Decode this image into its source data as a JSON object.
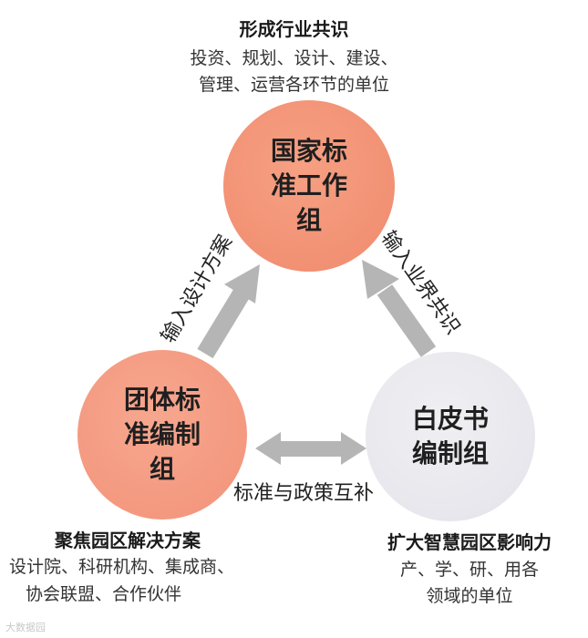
{
  "top": {
    "title": "形成行业共识",
    "desc_line1": "投资、规划、设计、建设、",
    "desc_line2": "管理、运营各环节的单位",
    "circle_label": "国家标\n准工作\n组"
  },
  "left": {
    "circle_label": "团体标\n准编制\n组",
    "title": "聚焦园区解决方案",
    "desc_line1": "设计院、科研机构、集成商、",
    "desc_line2": "协会联盟、合作伙伴"
  },
  "right": {
    "circle_label": "白皮书\n编制组",
    "title": "扩大智慧园区影响力",
    "desc_line1": "产、学、研、用各",
    "desc_line2": "领域的单位"
  },
  "edges": {
    "left_to_top": "输入设计方案",
    "right_to_top": "输入业界共识",
    "bottom": "标准与政策互补"
  },
  "colors": {
    "top_circle": "#f08a6d",
    "left_circle": "#f29379",
    "right_circle": "#e3e3ea",
    "arrow": "#b5b5b5"
  },
  "watermark": "大数据园"
}
